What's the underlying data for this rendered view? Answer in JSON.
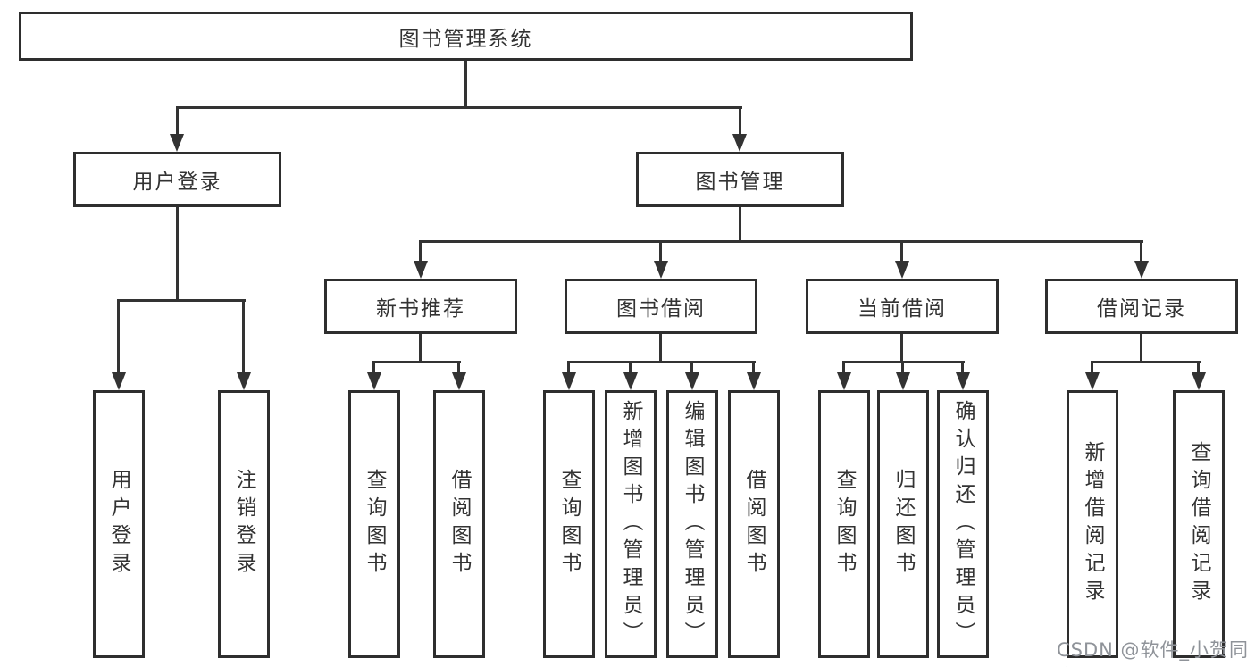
{
  "diagram": {
    "title": "图书管理系统",
    "nodes": {
      "root": "图书管理系统",
      "user_login": "用户登录",
      "book_management": "图书管理",
      "new_book_recommendation": "新书推荐",
      "book_borrowing": "图书借阅",
      "current_borrowing": "当前借阅",
      "borrowing_records": "借阅记录",
      "user_login_action": "用户登录",
      "logout_action": "注销登录",
      "nb_query_books": "查询图书",
      "nb_borrow_books": "借阅图书",
      "bb_query_books": "查询图书",
      "bb_add_books_admin": "新增图书（管理员）",
      "bb_edit_books_admin": "编辑图书（管理员）",
      "bb_borrow_books": "借阅图书",
      "cb_query_books": "查询图书",
      "cb_return_books": "归还图书",
      "cb_confirm_return_admin": "确认归还（管理员）",
      "br_add_record": "新增借阅记录",
      "br_query_record": "查询借阅记录"
    },
    "edges": [
      [
        "图书管理系统",
        "用户登录"
      ],
      [
        "图书管理系统",
        "图书管理"
      ],
      [
        "用户登录",
        "用户登录"
      ],
      [
        "用户登录",
        "注销登录"
      ],
      [
        "图书管理",
        "新书推荐"
      ],
      [
        "图书管理",
        "图书借阅"
      ],
      [
        "图书管理",
        "当前借阅"
      ],
      [
        "图书管理",
        "借阅记录"
      ],
      [
        "新书推荐",
        "查询图书"
      ],
      [
        "新书推荐",
        "借阅图书"
      ],
      [
        "图书借阅",
        "查询图书"
      ],
      [
        "图书借阅",
        "新增图书（管理员）"
      ],
      [
        "图书借阅",
        "编辑图书（管理员）"
      ],
      [
        "图书借阅",
        "借阅图书"
      ],
      [
        "当前借阅",
        "查询图书"
      ],
      [
        "当前借阅",
        "归还图书"
      ],
      [
        "当前借阅",
        "确认归还（管理员）"
      ],
      [
        "借阅记录",
        "新增借阅记录"
      ],
      [
        "借阅记录",
        "查询借阅记录"
      ]
    ],
    "colors": {
      "line": "#333333",
      "border": "#2e2e2e",
      "text": "#333333",
      "watermark": "#8f9399",
      "background": "#ffffff"
    },
    "watermark": {
      "text": "CSDN @软件_小贺同学"
    }
  }
}
